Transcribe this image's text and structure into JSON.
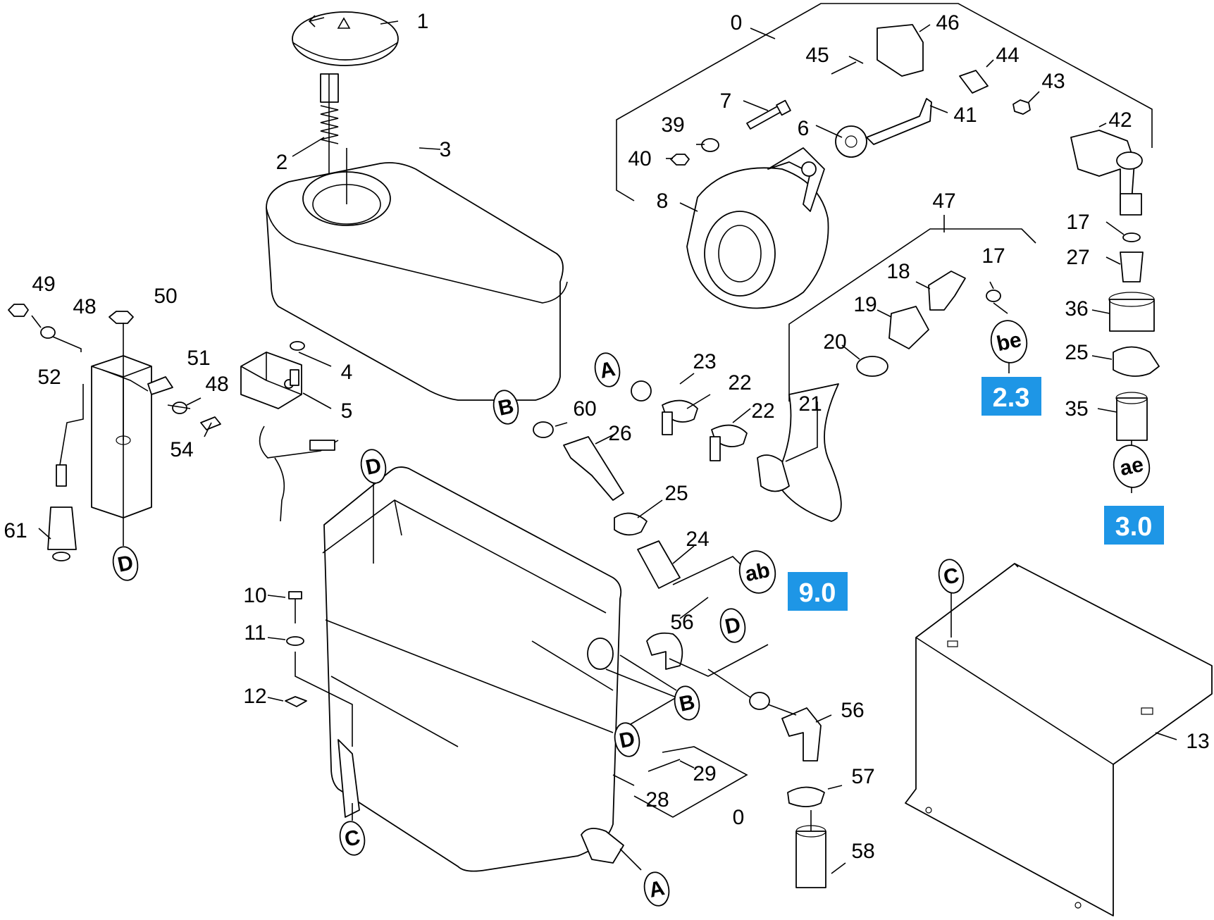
{
  "callouts": {
    "c1": "1",
    "c2": "2",
    "c3": "3",
    "c4": "4",
    "c5": "5",
    "c6": "6",
    "c7": "7",
    "c8": "8",
    "c0a": "0",
    "c0b": "0",
    "c10": "10",
    "c11": "11",
    "c12": "12",
    "c13": "13",
    "c17a": "17",
    "c17b": "17",
    "c18": "18",
    "c19": "19",
    "c20": "20",
    "c21": "21",
    "c22a": "22",
    "c22b": "22",
    "c23": "23",
    "c24": "24",
    "c25a": "25",
    "c25b": "25",
    "c26": "26",
    "c27": "27",
    "c28": "28",
    "c29": "29",
    "c35": "35",
    "c36": "36",
    "c39": "39",
    "c40": "40",
    "c41": "41",
    "c42": "42",
    "c43": "43",
    "c44": "44",
    "c45": "45",
    "c46": "46",
    "c47": "47",
    "c48a": "48",
    "c48b": "48",
    "c49": "49",
    "c50": "50",
    "c51": "51",
    "c52": "52",
    "c54": "54",
    "c56a": "56",
    "c56b": "56",
    "c57": "57",
    "c58": "58",
    "c60": "60",
    "c61": "61"
  },
  "connectors": {
    "A1": "A",
    "A2": "A",
    "B1": "B",
    "B2": "B",
    "C1": "C",
    "C2": "C",
    "D1": "D",
    "D2": "D",
    "D3": "D",
    "D4": "D",
    "be": "be",
    "ae": "ae",
    "ab": "ab"
  },
  "references": {
    "ref_be": "2.3",
    "ref_ae": "3.0",
    "ref_ab": "9.0"
  },
  "colors": {
    "reference_box": "#1e96e6",
    "line": "#000000",
    "background": "#ffffff"
  }
}
